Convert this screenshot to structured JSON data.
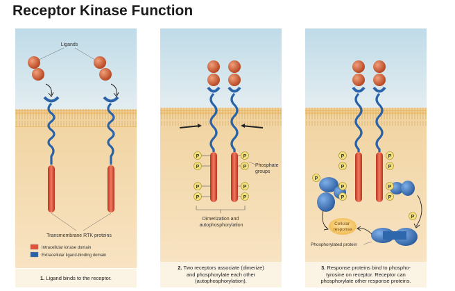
{
  "title": "Receptor Kinase Function",
  "panel1": {
    "ligands_label": "Ligands",
    "receptors_label": "Transmembrane RTK proteins",
    "legend": [
      {
        "label": "Intracellular kinase domain",
        "color": "#e0533a"
      },
      {
        "label": "Extracellular ligand-binding domain",
        "color": "#2a62a8"
      }
    ],
    "caption_num": "1.",
    "caption": "Ligand binds to the receptor."
  },
  "panel2": {
    "phosphate_label": "Phosphate\ngroups",
    "dimerization_label": "Dimerization and\nautophosphorylation",
    "caption_num": "2.",
    "caption": "Two receptors associate (dimerize)\nand phosphorylate each other\n(autophosphorylation)."
  },
  "panel3": {
    "cellular_response": "Cellular\nresponse",
    "phosphorylated_protein": "Phosphorylated protein",
    "caption_num": "3.",
    "caption": "Response proteins bind to phospho-\ntyrosine on receptor. Receptor can\nphosphorylate other response proteins."
  },
  "phosphate_symbol": "P",
  "colors": {
    "kinase": "#e0533a",
    "binding_domain": "#2a62a8",
    "ligand": "#c9542d",
    "membrane_head": "#e8b96a",
    "cytoplasm": "#f6dab0",
    "phosphate": "#f4e07a",
    "response_protein": "#3a78c2",
    "cellular_response": "#f3c35c"
  }
}
